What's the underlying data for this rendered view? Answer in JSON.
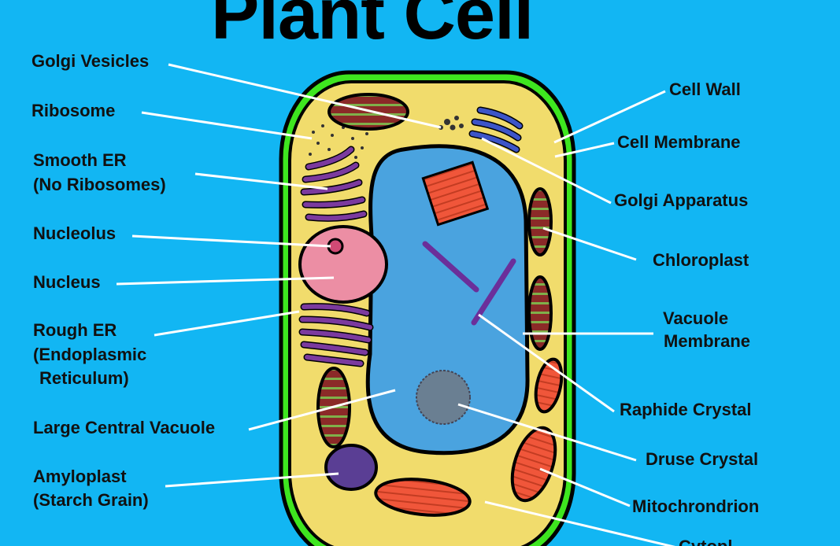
{
  "title": "Plant Cell",
  "labels": {
    "golgi_vesicles": "Golgi Vesicles",
    "ribosome": "Ribosome",
    "smooth_er_line1": "Smooth ER",
    "smooth_er_line2": "(No Ribosomes)",
    "nucleolus": "Nucleolus",
    "nucleus": "Nucleus",
    "rough_er_line1": "Rough ER",
    "rough_er_line2": "(Endoplasmic",
    "rough_er_line3": "Reticulum)",
    "large_central_vacuole": "Large Central Vacuole",
    "amyloplast_line1": "Amyloplast",
    "amyloplast_line2": "(Starch Grain)",
    "cell_wall": "Cell Wall",
    "cell_membrane": "Cell Membrane",
    "golgi_apparatus": "Golgi Apparatus",
    "chloroplast": "Chloroplast",
    "vacuole_membrane_line1": "Vacuole",
    "vacuole_membrane_line2": "Membrane",
    "raphide_crystal": "Raphide Crystal",
    "druse_crystal": "Druse Crystal",
    "mitochondrion": "Mitochrondrion",
    "cytoplasm_partial": "Cytopl"
  },
  "colors": {
    "background": "#12b6f3",
    "cell_wall": "#3ee61f",
    "cytoplasm": "#f1dc6c",
    "vacuole": "#4aa3df",
    "nucleus": "#ec8ea4",
    "chloroplast": "#8b2a28",
    "mitochondrion": "#f0563a",
    "er": "#7b3a9e",
    "golgi": "#3d55c8",
    "amyloplast": "#5a3e94",
    "leader_line": "#ffffff"
  }
}
